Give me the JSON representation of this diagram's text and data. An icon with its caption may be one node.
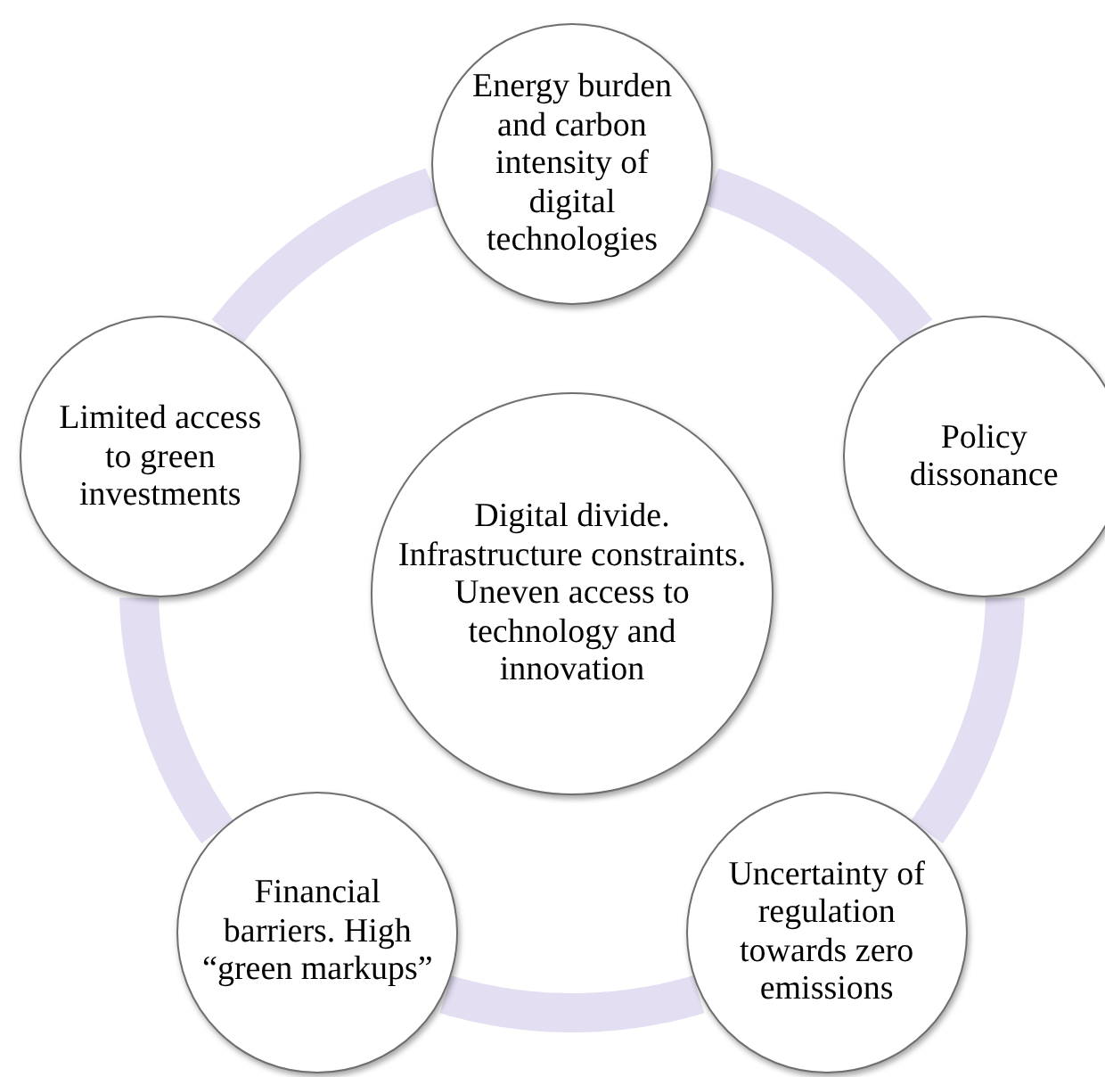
{
  "diagram": {
    "nodes": [
      {
        "text": [
          "Energy burden and carbon intensity of digital technologies"
        ]
      },
      {
        "text": [
          "Limited access to green investments"
        ]
      },
      {
        "text": [
          "Policy dissonance"
        ]
      },
      {
        "text": [
          "Digital divide. Infrastructure constraints. Uneven access to technology and innovation"
        ]
      },
      {
        "text": [
          "Financial barriers. High “green markups”"
        ]
      },
      {
        "text": [
          "Uncertainty of regulation towards zero emissions"
        ]
      }
    ],
    "edges": [
      {
        "from": 0,
        "to": 2,
        "arrow": "none"
      },
      {
        "from": 2,
        "to": 5,
        "arrow": "none"
      },
      {
        "from": 5,
        "to": 4,
        "arrow": "none"
      },
      {
        "from": 4,
        "to": 1,
        "arrow": "none"
      },
      {
        "from": 1,
        "to": 0,
        "arrow": "none"
      }
    ]
  }
}
